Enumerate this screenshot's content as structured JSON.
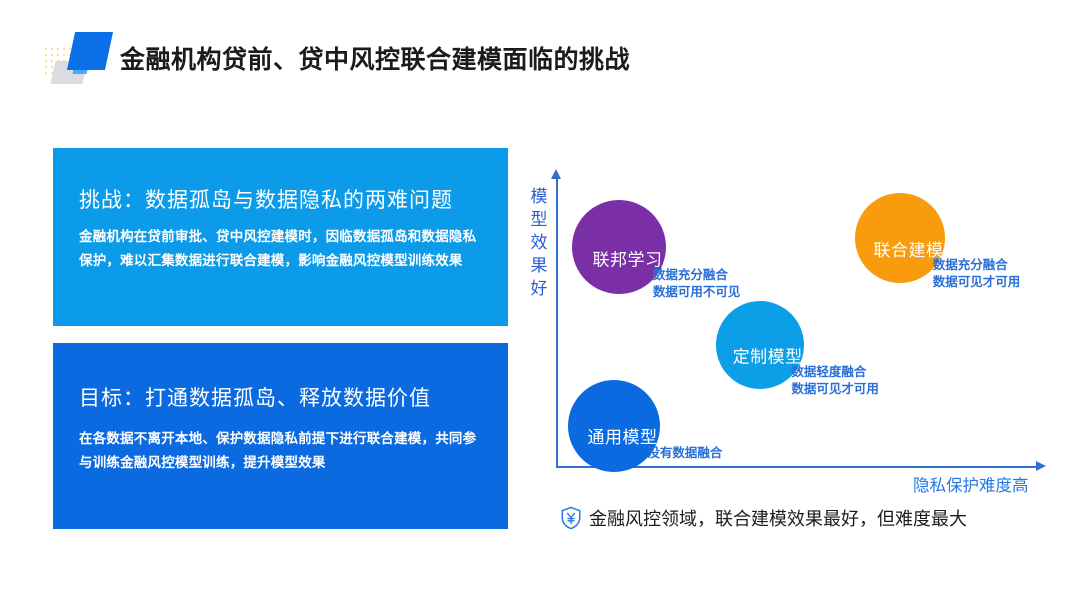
{
  "header": {
    "title": "金融机构贷前、贷中风控联合建模面临的挑战",
    "logo_name": "brand-logo"
  },
  "panels": {
    "challenge": {
      "heading": "挑战：数据孤岛与数据隐私的两难问题",
      "body": "金融机构在贷前审批、贷中风控建模时，因临数据孤岛和数据隐私保护，难以汇集数据进行联合建模，影响金融风控模型训练效果",
      "color": "#0c9be8"
    },
    "goal": {
      "heading": "目标：打通数据孤岛、释放数据价值",
      "body": "在各数据不离开本地、保护数据隐私前提下进行联合建模，共同参与训练金融风控模型训练，提升模型效果",
      "color": "#0b6ae0"
    }
  },
  "caption": {
    "icon": "shield-yen-icon",
    "text": "金融风控领域，联合建模效果最好，但难度最大"
  },
  "chart_data": {
    "type": "scatter",
    "title": "",
    "xlabel": "隐私保护难度高",
    "ylabel": "模型效果好",
    "xlim": [
      0,
      100
    ],
    "ylim": [
      0,
      100
    ],
    "grid": false,
    "legend": "none",
    "axis_color": "#2f6fd0",
    "points": [
      {
        "name": "通用模型",
        "x": 12,
        "y": 14,
        "size": 46,
        "color": "#0b6ae0",
        "annotation": [
          "没有数据融合"
        ]
      },
      {
        "name": "定制模型",
        "x": 42,
        "y": 42,
        "size": 44,
        "color": "#0c9fe8",
        "annotation": [
          "数据轻度融合",
          "数据可见才可用"
        ]
      },
      {
        "name": "联邦学习",
        "x": 13,
        "y": 76,
        "size": 47,
        "color": "#7b2fa6",
        "annotation": [
          "数据充分融合",
          "数据可用不可见"
        ]
      },
      {
        "name": "联合建模",
        "x": 71,
        "y": 79,
        "size": 45,
        "color": "#f89b0c",
        "annotation": [
          "数据充分融合",
          "数据可见才可用"
        ]
      }
    ]
  }
}
